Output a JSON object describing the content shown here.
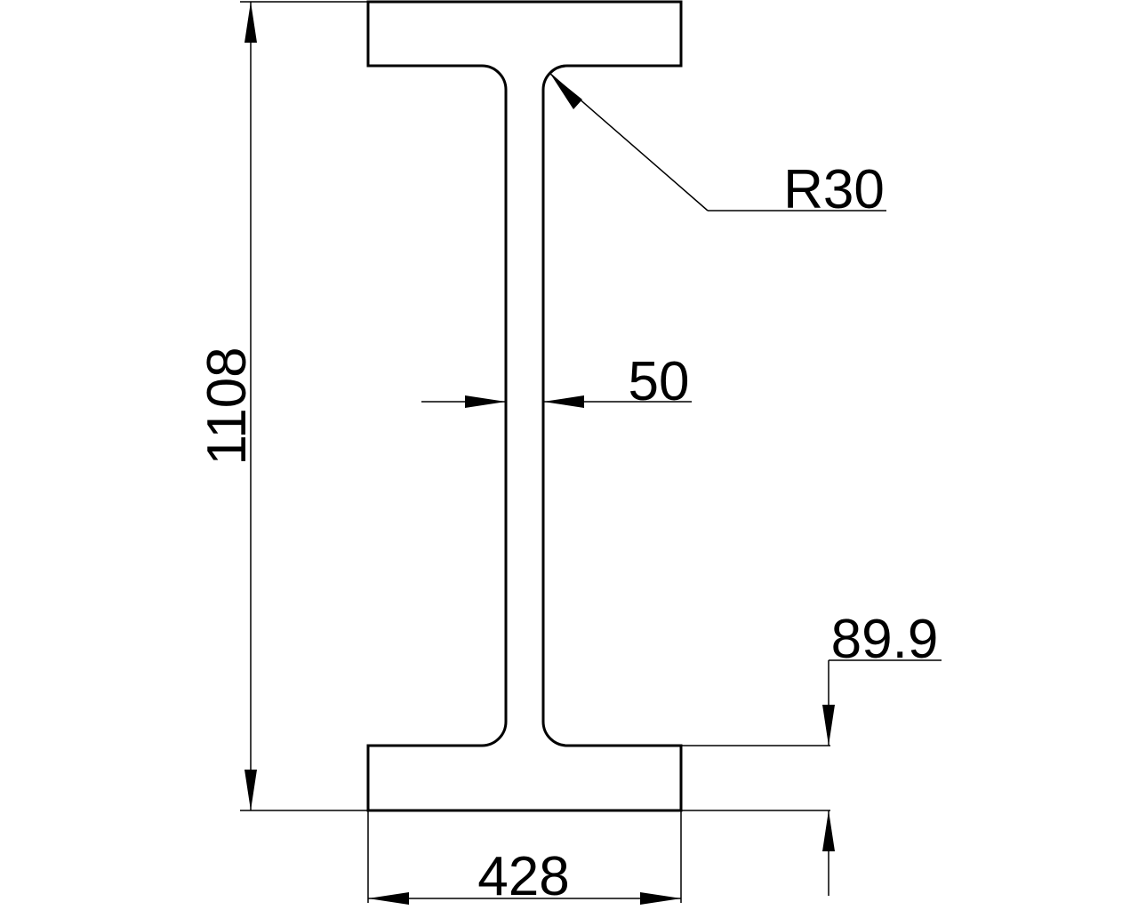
{
  "drawing": {
    "subject": "I-beam cross-section",
    "line_color": "#000000",
    "background": "#ffffff"
  },
  "dimensions": {
    "overall_height": "1108",
    "flange_width": "428",
    "web_thickness": "50",
    "fillet_radius": "R30",
    "flange_thickness": "89.9"
  }
}
